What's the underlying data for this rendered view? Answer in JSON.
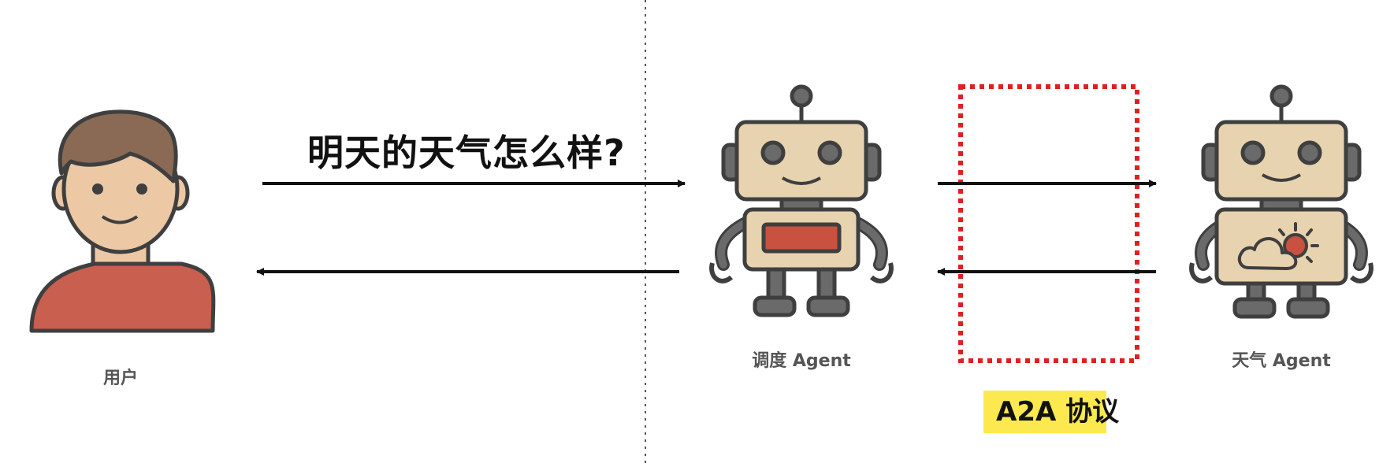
{
  "diagram": {
    "question_text": "明天的天气怎么样?",
    "user_label": "用户",
    "dispatcher_label": "调度 Agent",
    "weather_agent_label": "天气 Agent",
    "protocol_label": "A2A 协议"
  },
  "colors": {
    "arrow": "#111111",
    "divider": "#555555",
    "protocol_box_border": "#e02020",
    "protocol_badge_bg": "#fbe94f",
    "outline": "#3f3f3f",
    "robot_body": "#e8d3b0",
    "robot_limb": "#6a6a6a",
    "robot_panel": "#c9513f",
    "skin": "#ecc8a5",
    "hair": "#8a6a55",
    "shirt": "#c95f4e",
    "label_text": "#555555"
  },
  "icons": {
    "user": "user-avatar-icon",
    "dispatcher": "robot-icon",
    "weather_agent": "weather-robot-icon",
    "weather_symbol": "cloud-sun-icon"
  }
}
